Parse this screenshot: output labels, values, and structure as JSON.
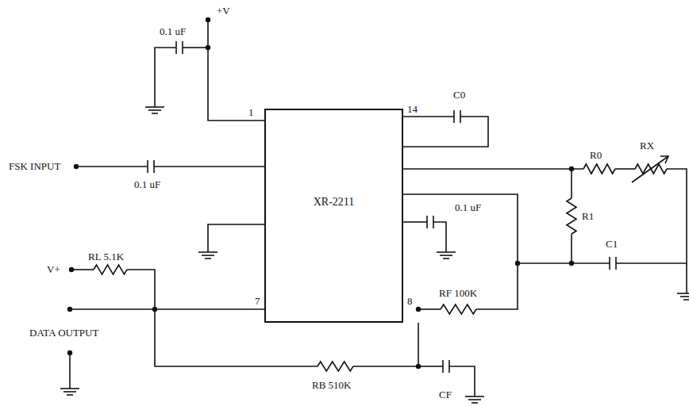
{
  "diagram": {
    "nodes": [
      {
        "text": [
          "XR-2211"
        ]
      }
    ],
    "labels": [
      "+V",
      "0.1 uF",
      "1",
      "14",
      "C0",
      "FSK INPUT",
      "0.1 uF",
      "R0",
      "RX",
      "R1",
      "C1",
      "0.1 uF",
      "RL 5.1K",
      "V+",
      "DATA OUTPUT",
      "7",
      "8",
      "RF 100K",
      "RB 510K",
      "CF"
    ]
  }
}
